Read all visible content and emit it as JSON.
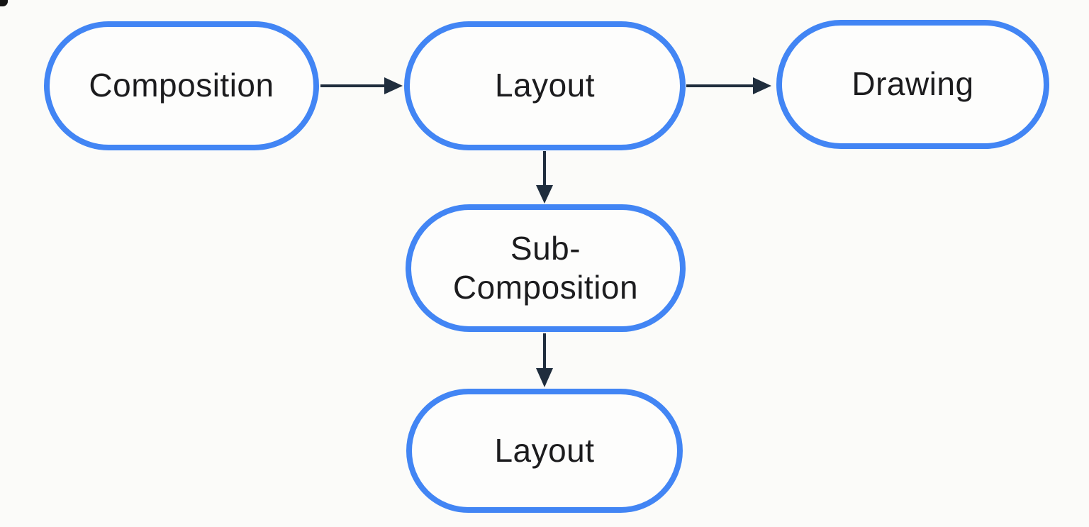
{
  "diagram": {
    "type": "flowchart",
    "nodes": [
      {
        "id": "composition",
        "label": "Composition"
      },
      {
        "id": "layout",
        "label": "Layout"
      },
      {
        "id": "drawing",
        "label": "Drawing"
      },
      {
        "id": "sub-composition",
        "label": "Sub-\nComposition"
      },
      {
        "id": "layout-2",
        "label": "Layout"
      }
    ],
    "edges": [
      {
        "from": "composition",
        "to": "layout",
        "direction": "right"
      },
      {
        "from": "layout",
        "to": "drawing",
        "direction": "right"
      },
      {
        "from": "layout",
        "to": "sub-composition",
        "direction": "down"
      },
      {
        "from": "sub-composition",
        "to": "layout-2",
        "direction": "down"
      }
    ],
    "colors": {
      "node_border": "#4285f4",
      "node_fill": "#fdfdfc",
      "arrow": "#1f2d3d",
      "text": "#1c1c1e",
      "background": "#fbfbf9"
    }
  }
}
